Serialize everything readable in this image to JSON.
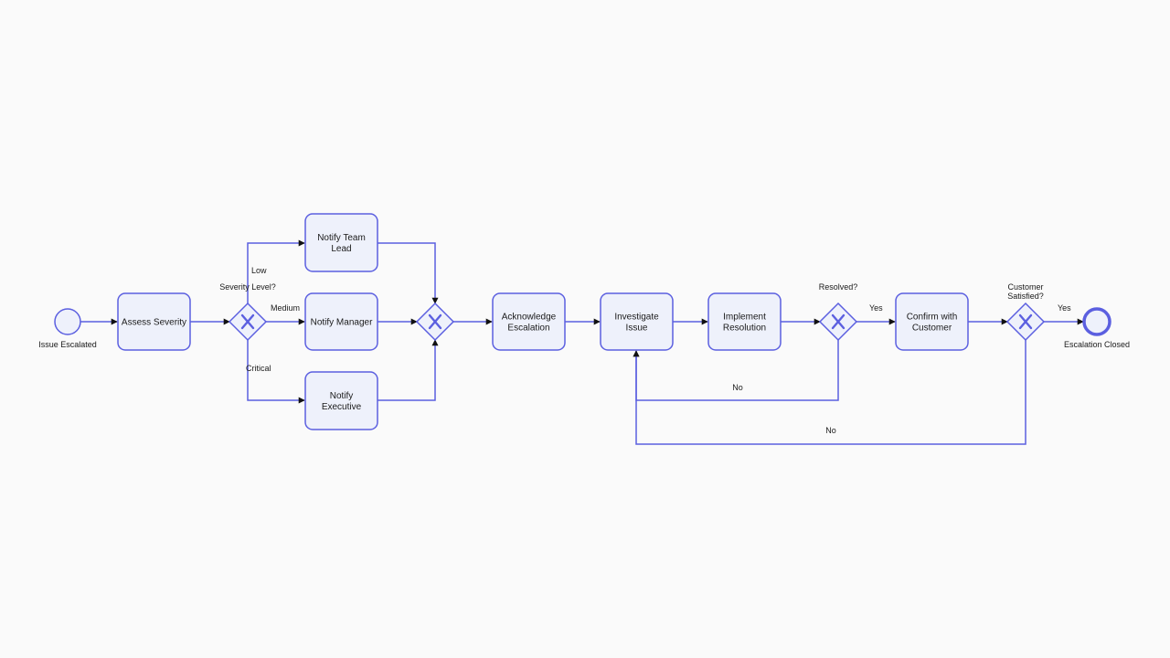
{
  "colors": {
    "background": "#fafafa",
    "stroke": "#5b5fe0",
    "fill": "#eef1fb",
    "text": "#1a1a1a",
    "arrow": "#111111"
  },
  "events": {
    "start": {
      "label": "Issue Escalated"
    },
    "end": {
      "label": "Escalation Closed"
    }
  },
  "tasks": {
    "assess_severity": {
      "lines": [
        "Assess Severity"
      ]
    },
    "notify_team_lead": {
      "lines": [
        "Notify Team",
        "Lead"
      ]
    },
    "notify_manager": {
      "lines": [
        "Notify Manager"
      ]
    },
    "notify_executive": {
      "lines": [
        "Notify",
        "Executive"
      ]
    },
    "acknowledge": {
      "lines": [
        "Acknowledge",
        "Escalation"
      ]
    },
    "investigate": {
      "lines": [
        "Investigate",
        "Issue"
      ]
    },
    "implement": {
      "lines": [
        "Implement",
        "Resolution"
      ]
    },
    "confirm": {
      "lines": [
        "Confirm with",
        "Customer"
      ]
    }
  },
  "gateways": {
    "severity": {
      "lines": [
        "Severity Level?"
      ],
      "icon": "x-icon"
    },
    "merge": {
      "lines": [],
      "icon": "x-icon"
    },
    "resolved": {
      "lines": [
        "Resolved?"
      ],
      "icon": "x-icon"
    },
    "satisfied": {
      "lines": [
        "Customer",
        "Satisfied?"
      ],
      "icon": "x-icon"
    }
  },
  "flow_labels": {
    "low": "Low",
    "medium": "Medium",
    "critical": "Critical",
    "resolved_yes": "Yes",
    "resolved_no": "No",
    "satisfied_yes": "Yes",
    "satisfied_no": "No"
  }
}
